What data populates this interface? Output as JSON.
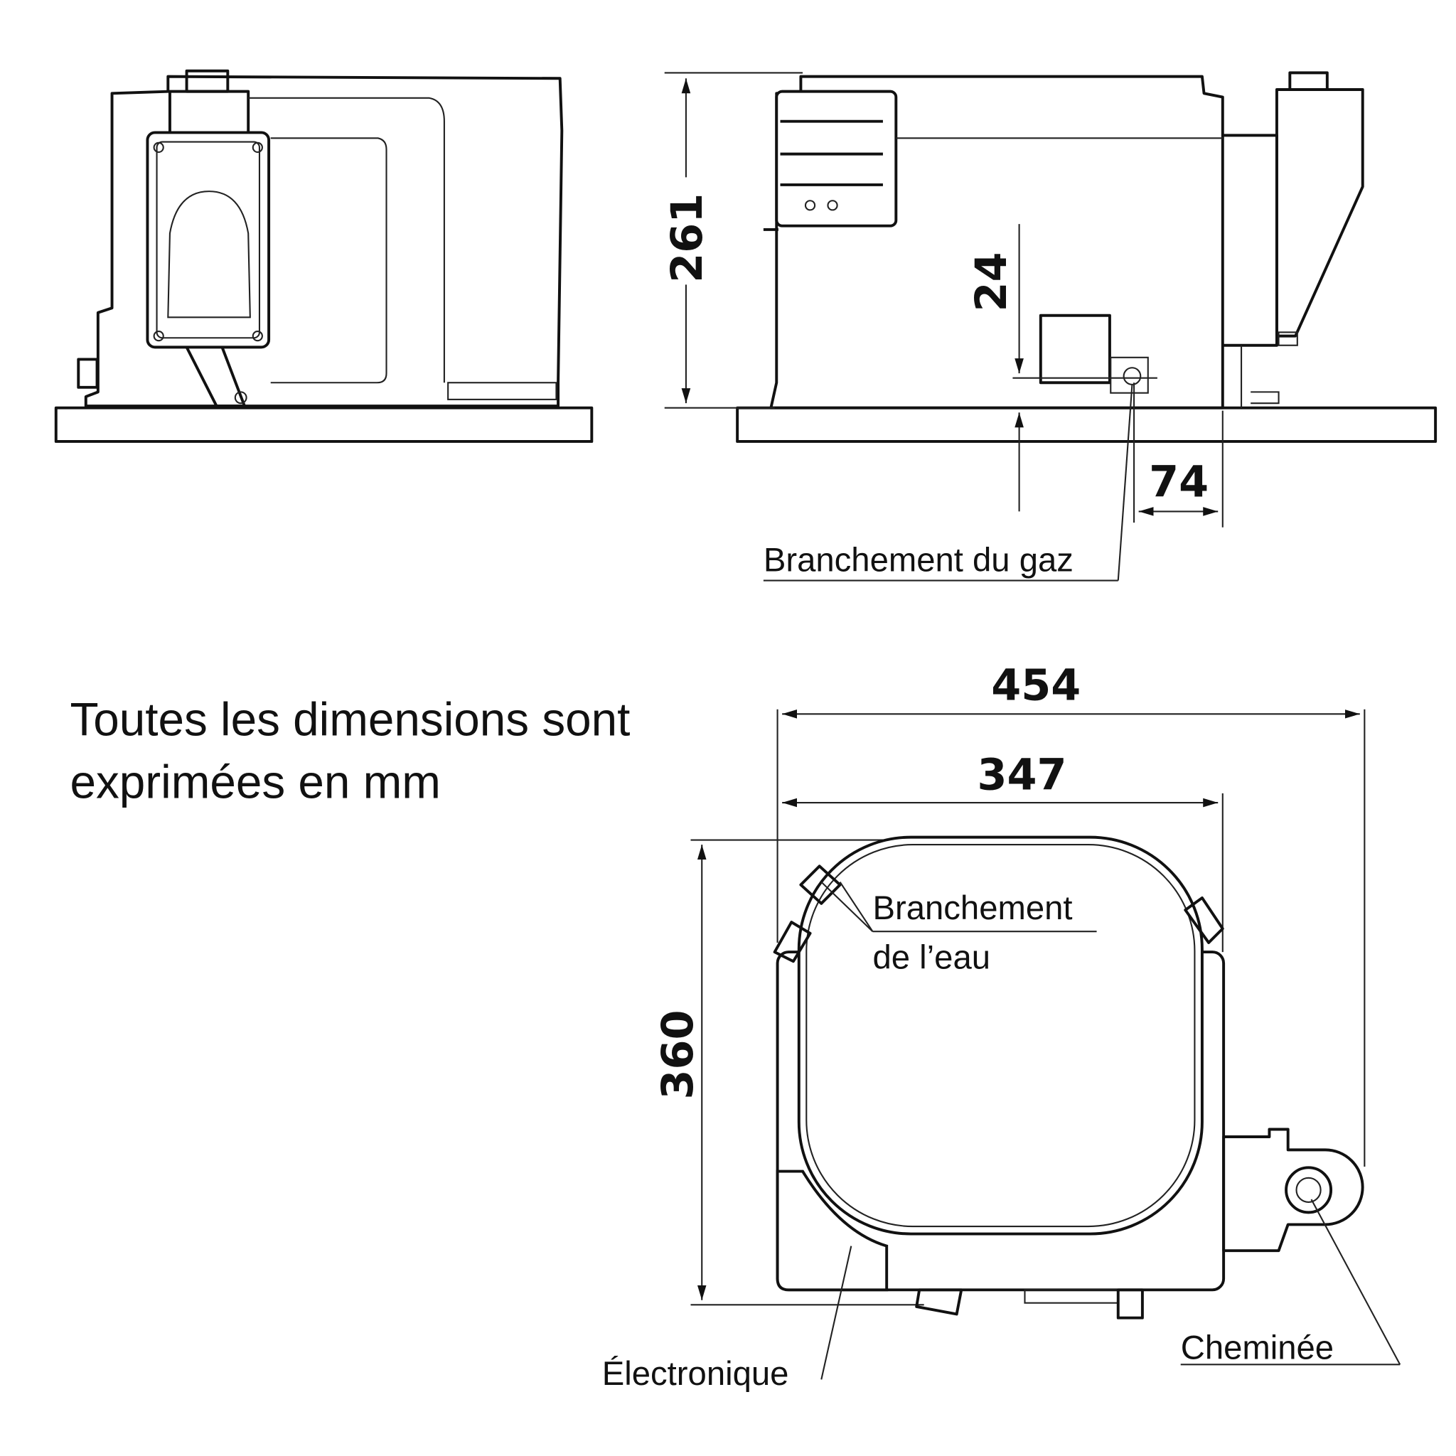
{
  "note": {
    "line1": "Toutes les dimensions sont",
    "line2": "exprimées en mm"
  },
  "side_view": {
    "height_dim": "261",
    "gas_offset_dim": "24",
    "gas_side_dim": "74",
    "gas_label": "Branchement du gaz"
  },
  "top_view": {
    "total_width_dim": "454",
    "body_width_dim": "347",
    "depth_dim": "360",
    "water_label_line1": "Branchement",
    "water_label_line2": "de l’eau",
    "chimney_label": "Cheminée",
    "electronics_label": "Électronique"
  }
}
